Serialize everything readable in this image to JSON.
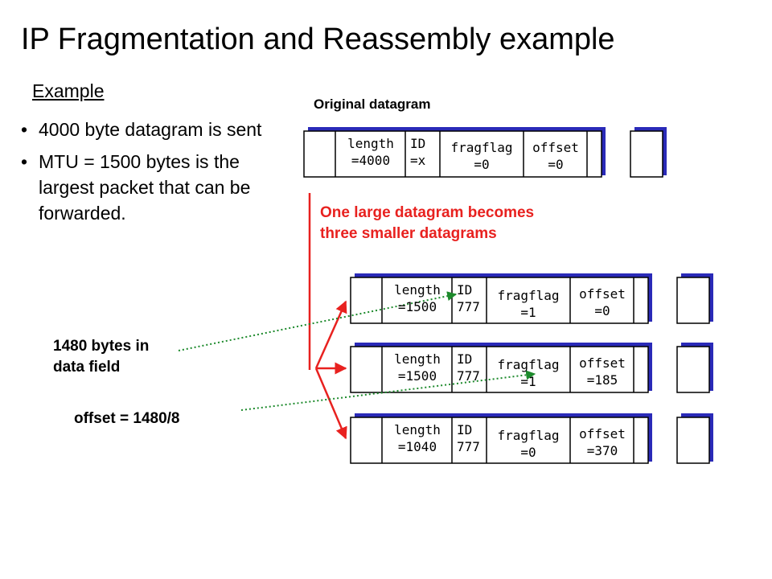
{
  "title": "IP Fragmentation and Reassembly example",
  "example": {
    "heading": "Example",
    "bullets": [
      "4000 byte datagram is sent",
      "MTU = 1500 bytes is the largest packet that can be forwarded."
    ]
  },
  "original": {
    "label": "Original datagram",
    "length": [
      "length",
      "=4000"
    ],
    "id": [
      "ID",
      "=x"
    ],
    "fragflag": [
      "fragflag",
      "=0"
    ],
    "offset": [
      "offset",
      "=0"
    ]
  },
  "note": {
    "line1": "One large datagram becomes",
    "line2": "three smaller datagrams"
  },
  "fragments": [
    {
      "length": [
        "length",
        "=1500"
      ],
      "id": [
        "ID",
        "777"
      ],
      "fragflag": [
        "fragflag",
        "=1"
      ],
      "offset": [
        "offset",
        "=0"
      ]
    },
    {
      "length": [
        "length",
        "=1500"
      ],
      "id": [
        "ID",
        "777"
      ],
      "fragflag": [
        "fragflag",
        "=1"
      ],
      "offset": [
        "offset",
        "=185"
      ]
    },
    {
      "length": [
        "length",
        "=1040"
      ],
      "id": [
        "ID",
        "777"
      ],
      "fragflag": [
        "fragflag",
        "=0"
      ],
      "offset": [
        "offset",
        "=370"
      ]
    }
  ],
  "annotations": {
    "data_field_line1": "1480 bytes in",
    "data_field_line2": "data field",
    "offset_calc": "offset = 1480/8"
  },
  "colors": {
    "box_shadow": "#2a2ab8",
    "red": "#e8211f",
    "green": "#1d8a2c"
  }
}
